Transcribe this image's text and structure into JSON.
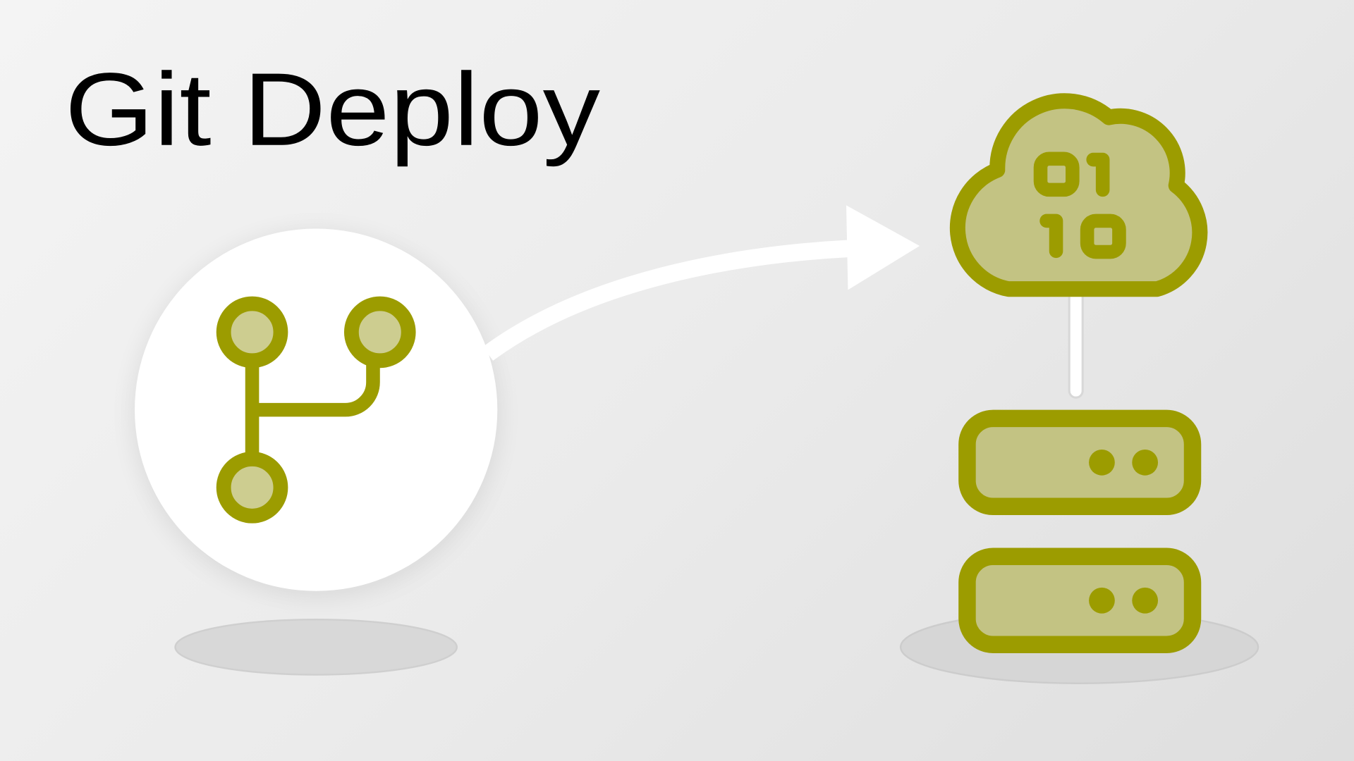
{
  "title": "Git Deploy",
  "icons": [
    "git-branch-icon",
    "arrow-icon",
    "cloud-binary-icon",
    "server-icon"
  ],
  "cloud_digits": [
    "01",
    "10"
  ],
  "colors": {
    "accent": "#9c9c00",
    "accent_fill": "#c3c383",
    "accent_fill_light": "#cdcd90",
    "background": "#ececec",
    "circle": "#ffffff",
    "shadow": "#d6d6d6"
  }
}
